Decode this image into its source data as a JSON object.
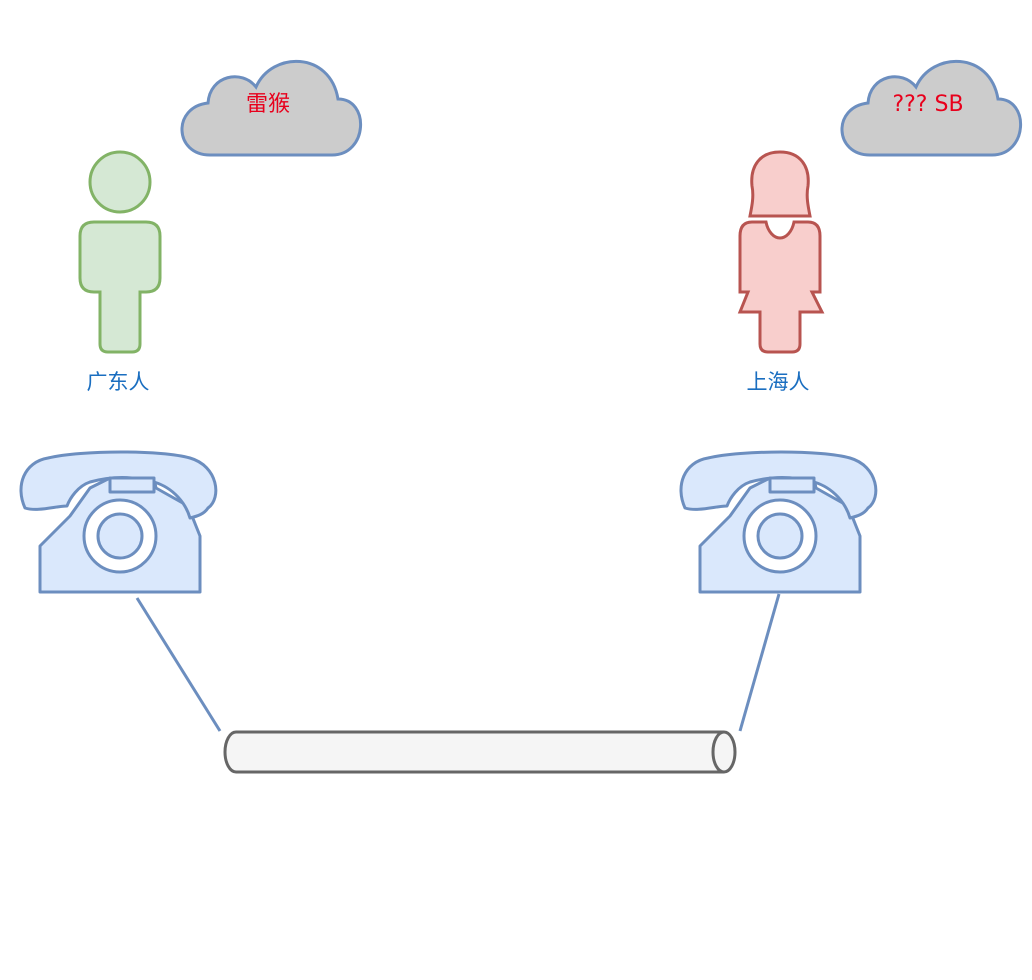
{
  "left": {
    "thought": "雷猴",
    "label": "广东人"
  },
  "right": {
    "thought": "??? SB",
    "label": "上海人"
  },
  "colors": {
    "cloud_fill": "#cccccc",
    "cloud_stroke": "#6c8ebf",
    "thought_text": "#e8001c",
    "label_text": "#1a6ec0",
    "male_fill": "#d5e8d4",
    "male_stroke": "#82b366",
    "female_fill": "#f8cecc",
    "female_stroke": "#b85450",
    "phone_fill": "#dae8fc",
    "phone_stroke": "#6c8ebf",
    "pipe_fill": "#f5f5f5",
    "pipe_stroke": "#666666"
  }
}
